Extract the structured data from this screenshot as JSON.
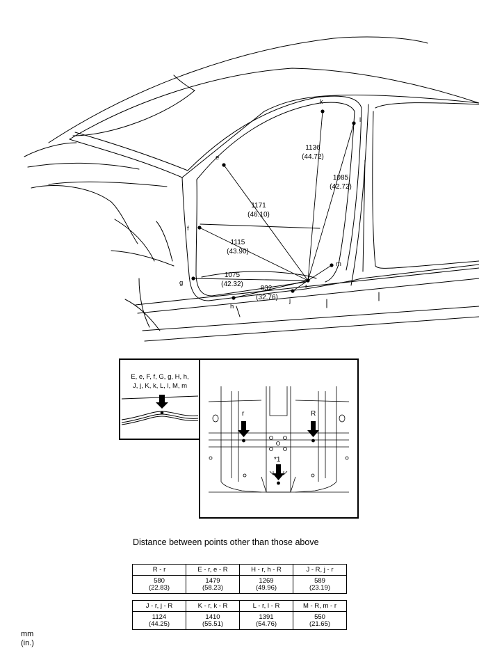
{
  "points": {
    "e": "e",
    "f": "f",
    "g": "g",
    "h": "h",
    "j": "j",
    "k": "k",
    "l": "l",
    "m": "m",
    "r": "r"
  },
  "dimensions": [
    {
      "id": "k-r",
      "mm": "1136",
      "in": "(44.72)"
    },
    {
      "id": "l-r",
      "mm": "1085",
      "in": "(42.72)"
    },
    {
      "id": "e-r",
      "mm": "1171",
      "in": "(46.10)"
    },
    {
      "id": "f-r",
      "mm": "1115",
      "in": "(43.90)"
    },
    {
      "id": "g-r",
      "mm": "1075",
      "in": "(42.32)"
    },
    {
      "id": "h-r",
      "mm": "832",
      "in": "(32.76)"
    }
  ],
  "inset_left": {
    "line1": "E, e, F, f, G, g, H, h,",
    "line2": "J, j, K, k, L, l, M, m"
  },
  "inset_right": {
    "label_r": "r",
    "label_R": "R",
    "label_star": "*1"
  },
  "caption": "Distance between points other than those above",
  "table1": {
    "headers": [
      "R - r",
      "E - r, e - R",
      "H - r, h - R",
      "J - R, j - r"
    ],
    "mm": [
      "580",
      "1479",
      "1269",
      "589"
    ],
    "in": [
      "(22.83)",
      "(58.23)",
      "(49.96)",
      "(23.19)"
    ]
  },
  "table2": {
    "headers": [
      "J - r, j - R",
      "K - r, k - R",
      "L - r, l - R",
      "M - R, m - r"
    ],
    "mm": [
      "1124",
      "1410",
      "1391",
      "550"
    ],
    "in": [
      "(44.25)",
      "(55.51)",
      "(54.76)",
      "(21.65)"
    ]
  },
  "units": {
    "mm": "mm",
    "in": "(in.)"
  }
}
